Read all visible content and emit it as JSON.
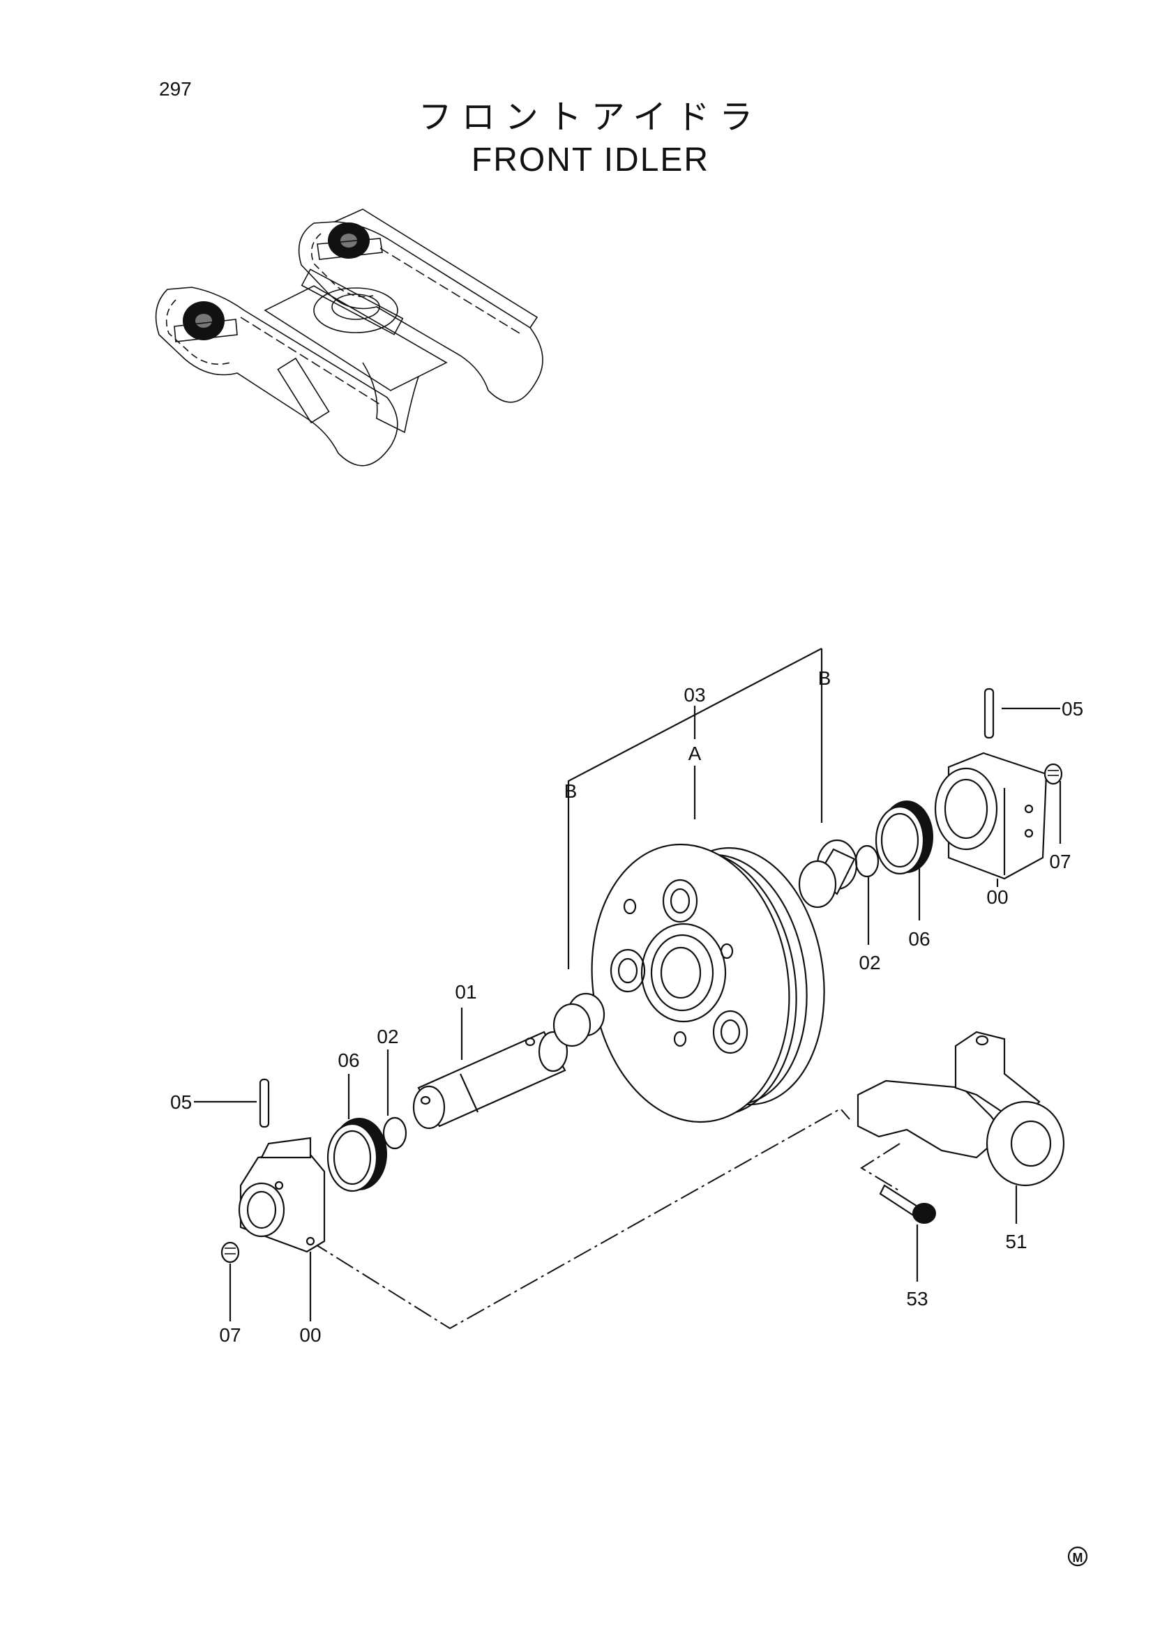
{
  "page_number": "297",
  "title_jp": "フロントアイドラ",
  "title_en": "FRONT  IDLER",
  "callouts": {
    "p03": "03",
    "pA": "A",
    "pB_top": "B",
    "pB_left": "B",
    "p05_right": "05",
    "p07_right": "07",
    "p00_right": "00",
    "p06_right": "06",
    "p02_right": "02",
    "p01": "01",
    "p02_left": "02",
    "p06_left": "06",
    "p05_left": "05",
    "p07_left": "07",
    "p00_left": "00",
    "p51": "51",
    "p53": "53"
  },
  "mark": "M"
}
